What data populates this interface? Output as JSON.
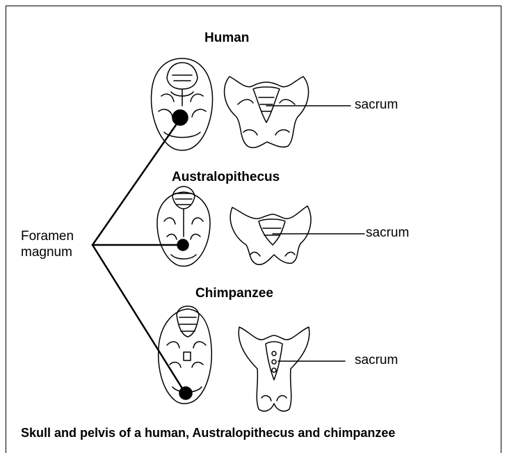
{
  "headings": {
    "human": "Human",
    "australopithecus": "Australopithecus",
    "chimpanzee": "Chimpanzee"
  },
  "labels": {
    "foramen_magnum_line1": "Foramen",
    "foramen_magnum_line2": "magnum",
    "sacrum_human": "sacrum",
    "sacrum_australopithecus": "sacrum",
    "sacrum_chimpanzee": "sacrum"
  },
  "caption": "Skull and pelvis of a human, Australopithecus and chimpanzee",
  "colors": {
    "ink": "#000000",
    "background": "#ffffff"
  }
}
